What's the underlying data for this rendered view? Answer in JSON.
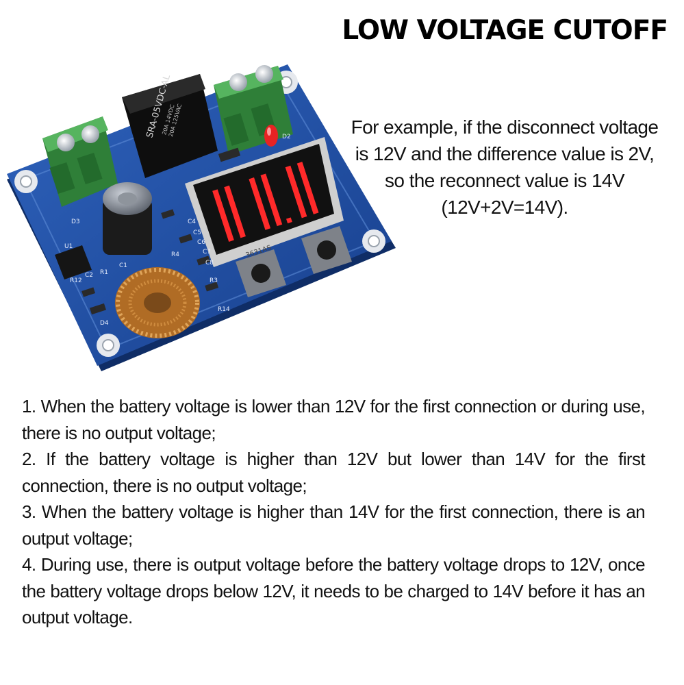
{
  "title": "LOW VOLTAGE CUTOFF",
  "example_lines": [
    "For example, if the disconnect voltage",
    "is 12V and the difference value is 2V,",
    "so the reconnect value is 14V",
    "(12V+2V=14V)."
  ],
  "rules": [
    "1. When the battery voltage is lower than 12V for the first connection or during use, there is no output voltage;",
    "2. If the battery voltage is higher than 12V but lower than 14V for the first connection, there is no output voltage;",
    "3. When the battery voltage is higher than 14V for the first connection, there is an output voltage;",
    "4. During use, there is output voltage before the battery voltage drops to 12V, once the battery voltage drops below 12V, it needs to be charged to 14V before it has an output voltage."
  ],
  "board": {
    "display_digits": [
      "1",
      "1",
      "1"
    ],
    "relay_model": "SRA-05VDC-AL",
    "relay_rating_1": "20A 14VDC",
    "relay_rating_2": "20A 125VAC",
    "display_part": "3631AS",
    "labels": [
      "D3",
      "C2",
      "R12",
      "R1",
      "D4",
      "R3",
      "R14",
      "D2",
      "C4",
      "C5",
      "C6",
      "C7",
      "C8",
      "R4",
      "U1",
      "C1"
    ],
    "colors": {
      "pcb": "#1f4fa3",
      "terminal": "#3f9d49",
      "led_segment": "#ff2a2a",
      "relay": "#1b1b1b",
      "inductor": "#c98a3a"
    }
  }
}
